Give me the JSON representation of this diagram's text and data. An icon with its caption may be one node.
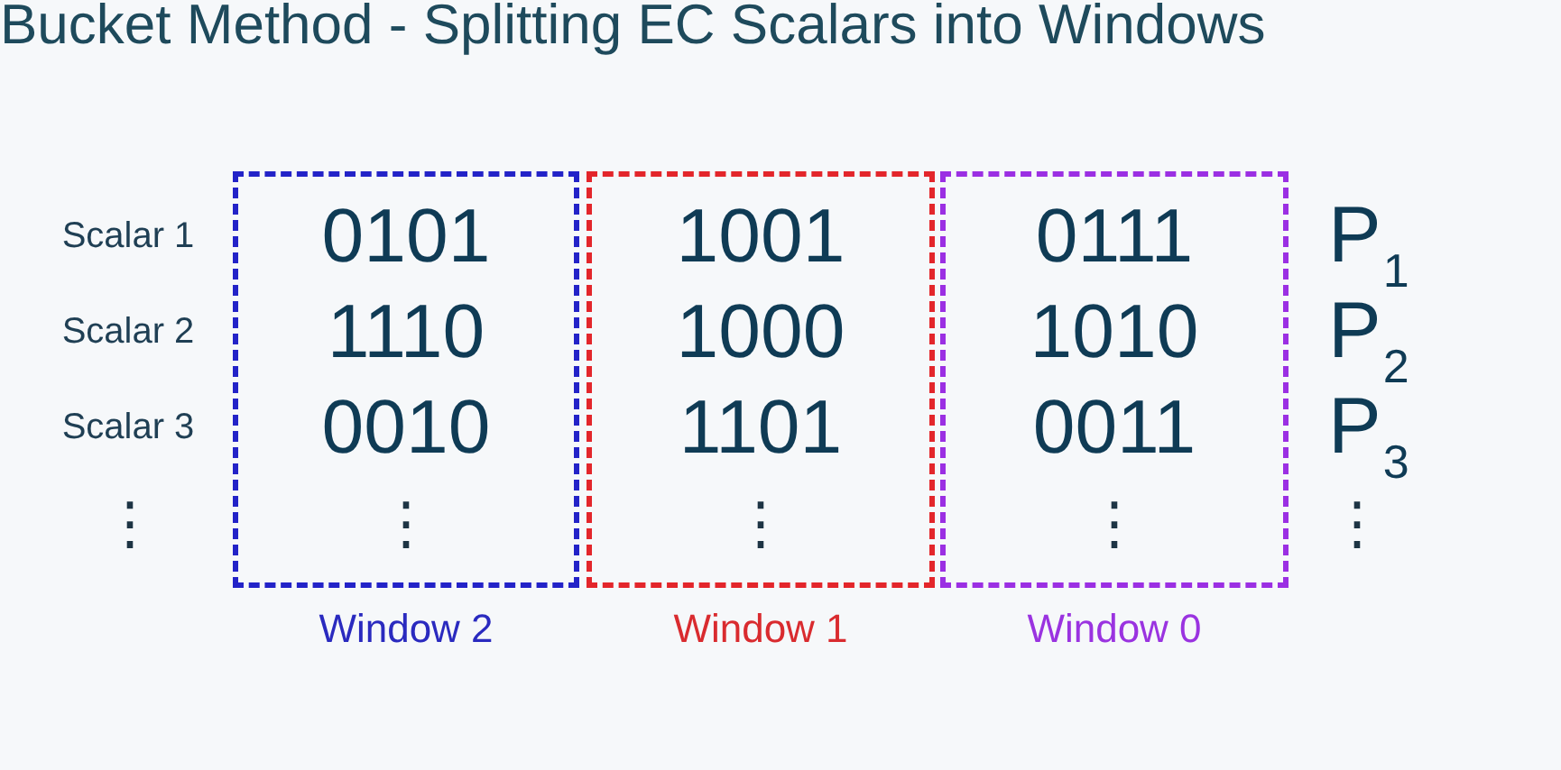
{
  "diagram": {
    "title": "Bucket Method - Splitting EC Scalars into Windows",
    "nodes": [
      {
        "text": [
          "0101",
          "1110",
          "0010",
          "⋮"
        ],
        "beside": [
          "Window 2"
        ]
      },
      {
        "text": [
          "1001",
          "1000",
          "1101",
          "⋮"
        ],
        "beside": [
          "Window 1"
        ]
      },
      {
        "text": [
          "0111",
          "1010",
          "0011",
          "⋮"
        ],
        "beside": [
          "Window 0"
        ]
      }
    ],
    "labels": [
      "Scalar 1",
      "P$_{1}$",
      "Scalar 2",
      "P$_{2}$",
      "Scalar 3",
      "P$_{3}$",
      "⋮",
      "⋮"
    ]
  }
}
